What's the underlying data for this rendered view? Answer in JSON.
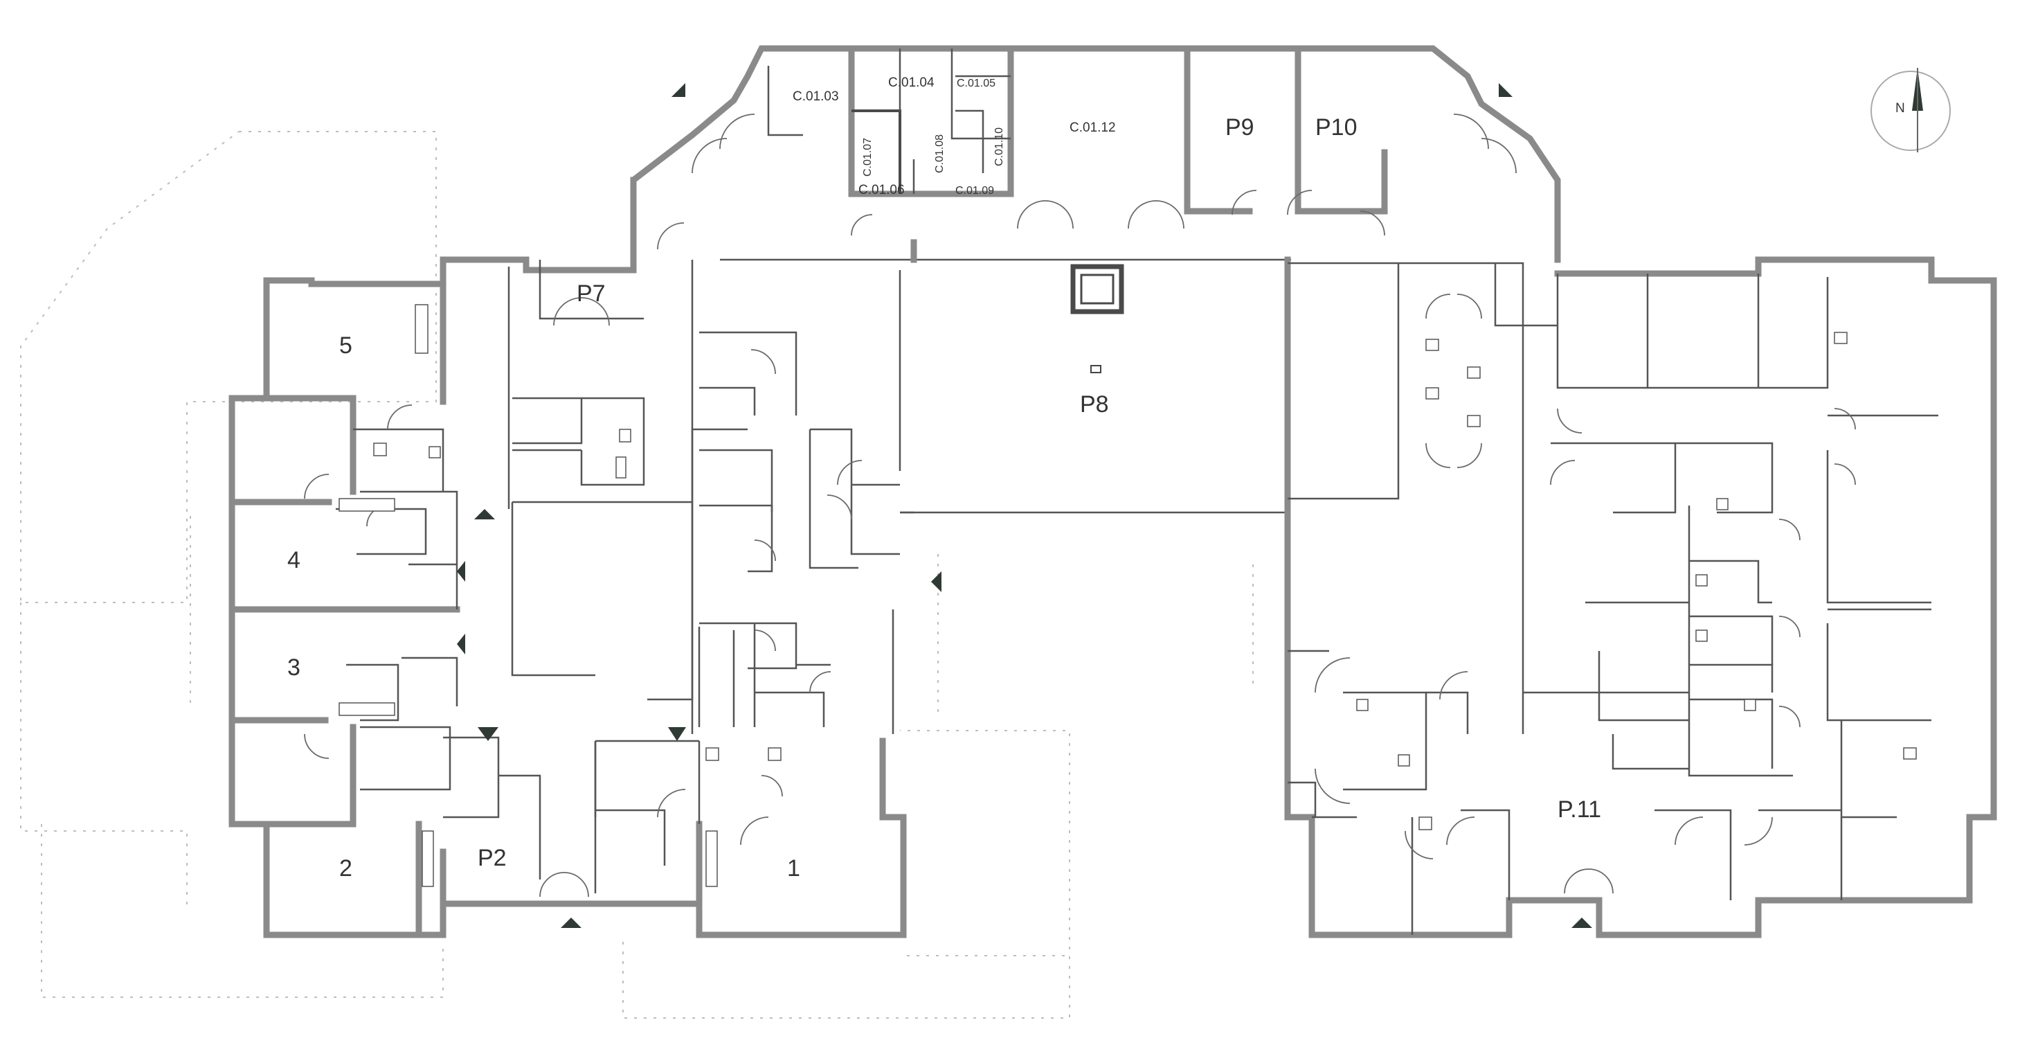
{
  "units": [
    {
      "id": "unit-1",
      "label": "1"
    },
    {
      "id": "unit-2",
      "label": "2"
    },
    {
      "id": "unit-3",
      "label": "3"
    },
    {
      "id": "unit-4",
      "label": "4"
    },
    {
      "id": "unit-5",
      "label": "5"
    }
  ],
  "premises": {
    "p2": "P2",
    "p7": "P7",
    "p8": "P8",
    "p9": "P9",
    "p10": "P10",
    "p11": "P.11"
  },
  "cells": {
    "c0103": "C.01.03",
    "c0104": "C.01.04",
    "c0105": "C.01.05",
    "c0106": "C.01.06",
    "c0107": "C.01.07",
    "c0108": "C.01.08",
    "c0109": "C.01.09",
    "c0110": "C.01.10",
    "c0112": "C.01.12"
  },
  "compass": {
    "north": "N"
  },
  "colors": {
    "wall": "#8a8a8a",
    "arrow": "#2f3a34"
  }
}
